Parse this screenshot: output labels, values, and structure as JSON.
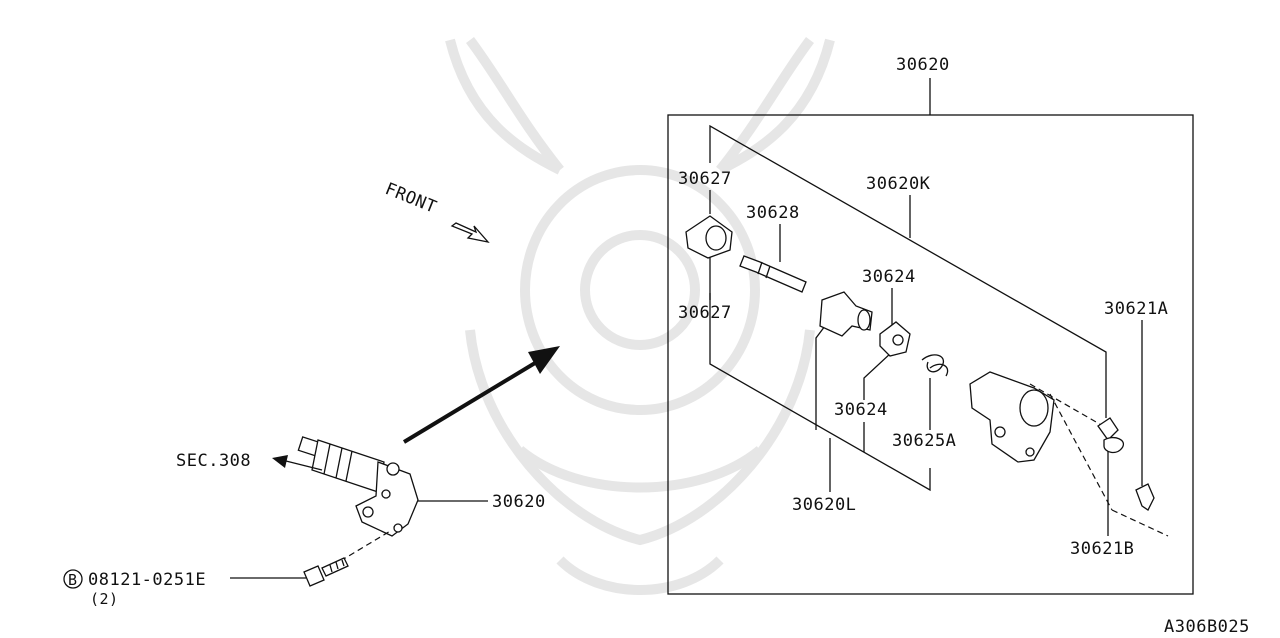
{
  "diagram": {
    "labels": {
      "assembly_top": "30620",
      "boot_upper": "30627",
      "boot_lower": "30627",
      "push_rod": "30628",
      "repair_kit": "30620K",
      "cup_upper": "30624",
      "cup_lower": "30624",
      "kit_l": "30620L",
      "spring": "30625A",
      "bleeder_screw": "30621A",
      "bleeder_cap": "30621B",
      "assembly_left": "30620",
      "section_ref": "SEC.308",
      "front": "FRONT",
      "bolt_marker": "B",
      "bolt_number": "08121-0251E",
      "bolt_qty": "(2)",
      "diagram_code": "A306B025"
    }
  }
}
